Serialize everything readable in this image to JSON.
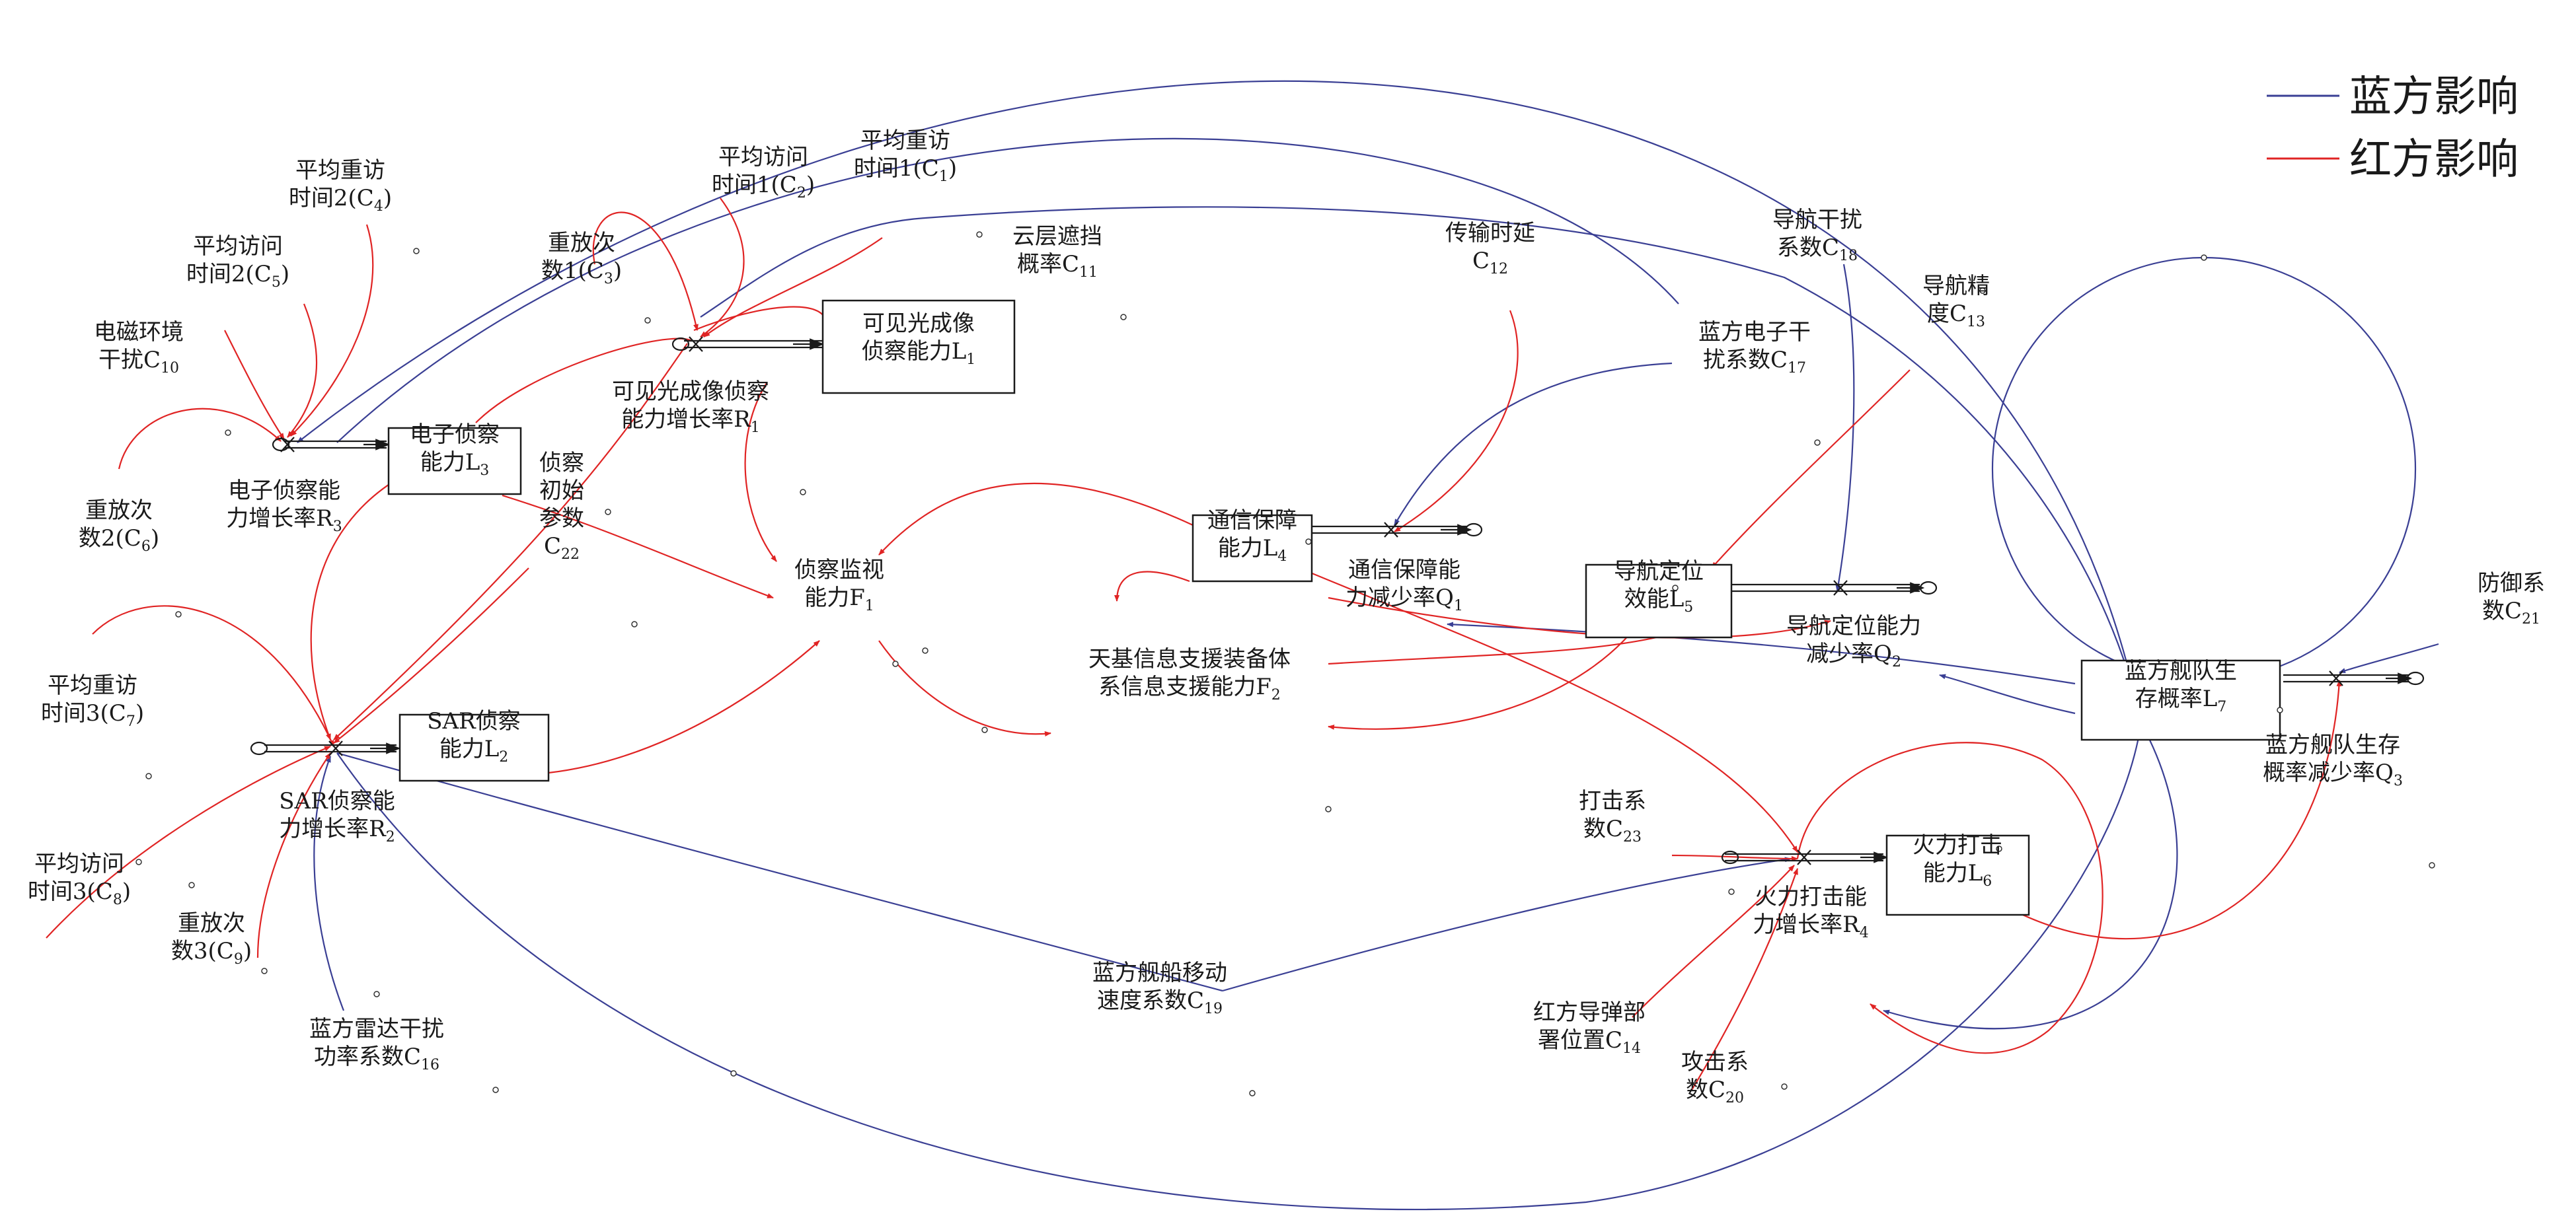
{
  "legend": {
    "blue": {
      "label": "蓝方影响",
      "color": "#3a3f94"
    },
    "red": {
      "label": "红方影响",
      "color": "#e02424"
    }
  },
  "stocks": {
    "L1": "可见光成像|侦察能力L1",
    "L2": "SAR侦察|能力L2",
    "L3": "电子侦察|能力L3",
    "L4": "通信保障|能力L4",
    "L5": "导航定位|效能L5",
    "L6": "火力打击|能力L6",
    "L7": "蓝方舰队生|存概率L7"
  },
  "variables": {
    "F1": "侦察监视|能力F1",
    "F2": "天基信息支援装备体|系信息支援能力F2",
    "R1": "可见光成像侦察|能力增长率R1",
    "R2": "SAR侦察能|力增长率R2",
    "R3": "电子侦察能|力增长率R3",
    "R4": "火力打击能|力增长率R4",
    "Q1": "通信保障能|力减少率Q1",
    "Q2": "导航定位能力|减少率Q2",
    "Q3": "蓝方舰队生存|概率减少率Q3",
    "C1": "平均重访|时间1(C1)",
    "C2": "平均访问|时间1(C2)",
    "C3": "重放次|数1(C3)",
    "C4": "平均重访|时间2(C4)",
    "C5": "平均访问|时间2(C5)",
    "C6": "重放次|数2(C6)",
    "C7": "平均重访|时间3(C7)",
    "C8": "平均访问|时间3(C8)",
    "C9": "重放次|数3(C9)",
    "C10": "电磁环境|干扰C10",
    "C11": "云层遮挡|概率C11",
    "C12": "传输时延|C12",
    "C13": "导航精|度C13",
    "C14": "红方导弹部|署位置C14",
    "C16": "蓝方雷达干扰|功率系数C16",
    "C17": "蓝方电子干|扰系数C17",
    "C18": "导航干扰|系数C18",
    "C19": "蓝方舰船移动|速度系数C19",
    "C20": "攻击系|数C20",
    "C21": "防御系|数C21",
    "C22": "侦察|初始|参数|C22",
    "C23": "打击系|数C23"
  }
}
